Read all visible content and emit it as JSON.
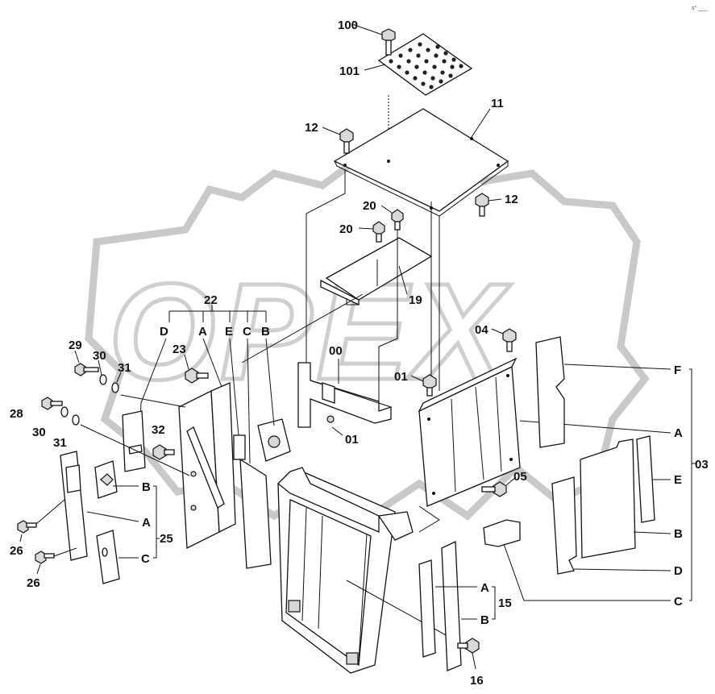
{
  "watermark": {
    "text": "OPEX"
  },
  "corner_mark": "s° ___",
  "labels": {
    "l100": "100",
    "l101": "101",
    "l11": "11",
    "l12a": "12",
    "l12b": "12",
    "l20a": "20",
    "l20b": "20",
    "l19": "19",
    "l22": "22",
    "l22D": "D",
    "l22A": "A",
    "l22E": "E",
    "l22C": "C",
    "l22B": "B",
    "l04": "04",
    "l00": "00",
    "l01a": "01",
    "l01b": "01",
    "l29": "29",
    "l30a": "30",
    "l31a": "31",
    "l23": "23",
    "l28": "28",
    "l30b": "30",
    "l31b": "31",
    "l32": "32",
    "l25": "25",
    "l25B": "B",
    "l25A": "A",
    "l25C": "C",
    "l26a": "26",
    "l26b": "26",
    "l05": "05",
    "l03": "03",
    "l03F": "F",
    "l03A": "A",
    "l03E": "E",
    "l03B": "B",
    "l03D": "D",
    "l03C": "C",
    "l15": "15",
    "l15A": "A",
    "l15B": "B",
    "l16": "16"
  }
}
